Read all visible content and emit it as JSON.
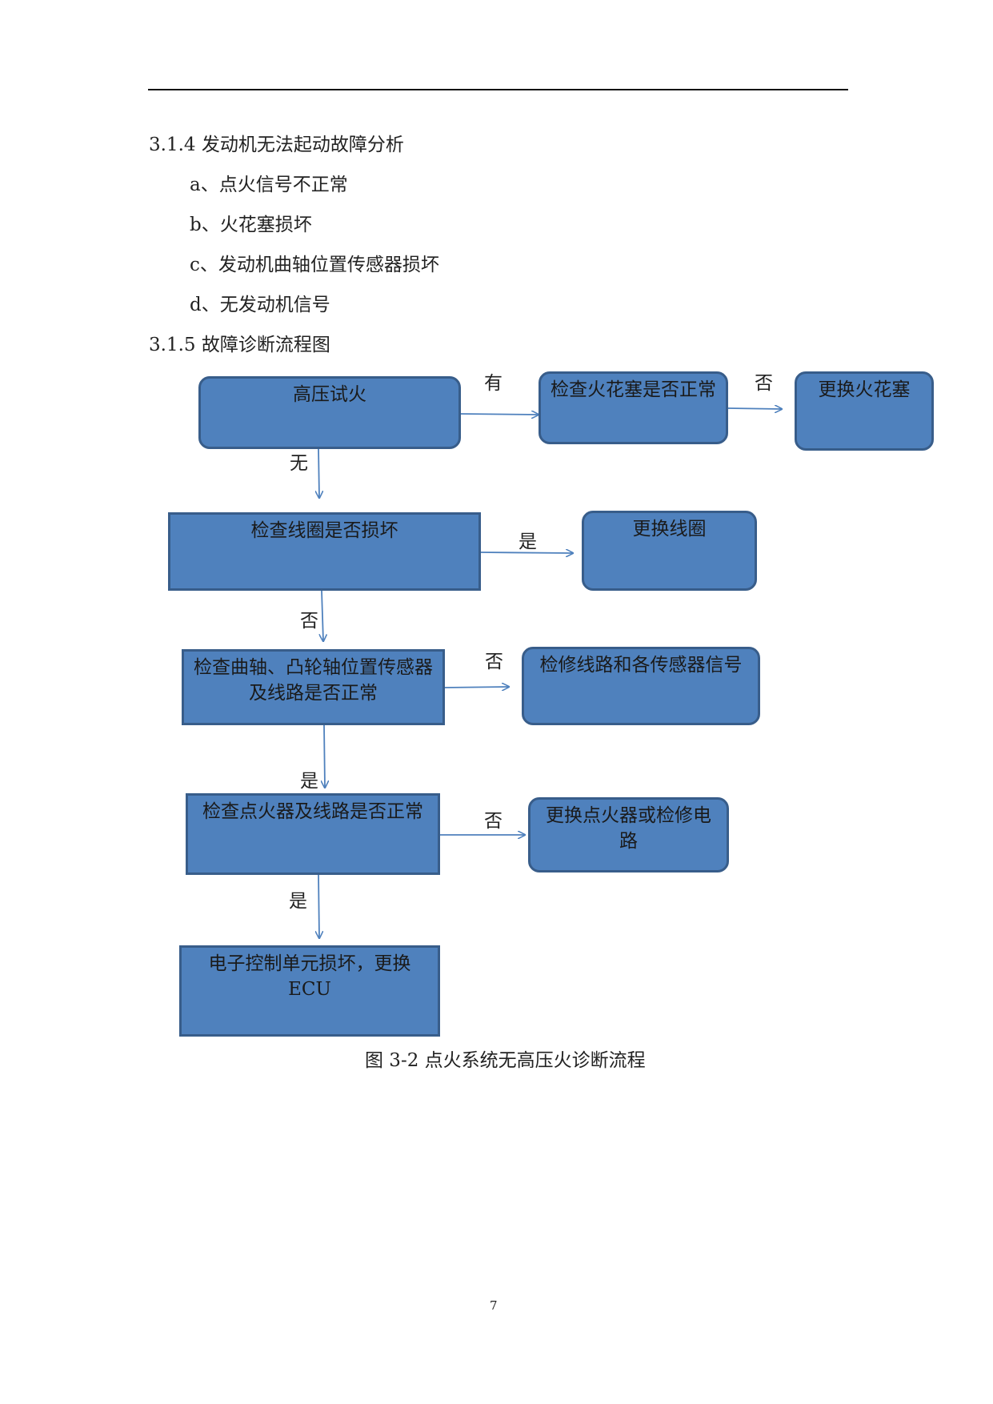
{
  "section_314": "3.1.4 发动机无法起动故障分析",
  "causes": [
    "a、点火信号不正常",
    "b、火花塞损坏",
    "c、发动机曲轴位置传感器损坏",
    "d、无发动机信号"
  ],
  "section_315": "3.1.5 故障诊断流程图",
  "flow": {
    "hv_test": "高压试火",
    "check_plug": "检查火花塞是否正常",
    "replace_plug": "更换火花塞",
    "check_coil": "检查线圈是否损坏",
    "replace_coil": "更换线圈",
    "check_sensor": "检查曲轴、凸轮轴位置传感器及线路是否正常",
    "repair_sensor": "检修线路和各传感器信号",
    "check_igniter": "检查点火器及线路是否正常",
    "replace_igniter": "更换点火器或检修电路",
    "ecu": "电子控制单元损坏，更换ECU",
    "colors": {
      "fill": "#4f81bd",
      "border": "#385d8a",
      "arrow": "#4f81bd"
    }
  },
  "edge_labels": {
    "has": "有",
    "none": "无",
    "no1": "否",
    "yes1": "是",
    "no2": "否",
    "no3": "否",
    "yes2": "是",
    "no4": "否",
    "yes3": "是"
  },
  "caption": "图 3-2 点火系统无高压火诊断流程",
  "page_number": "7"
}
